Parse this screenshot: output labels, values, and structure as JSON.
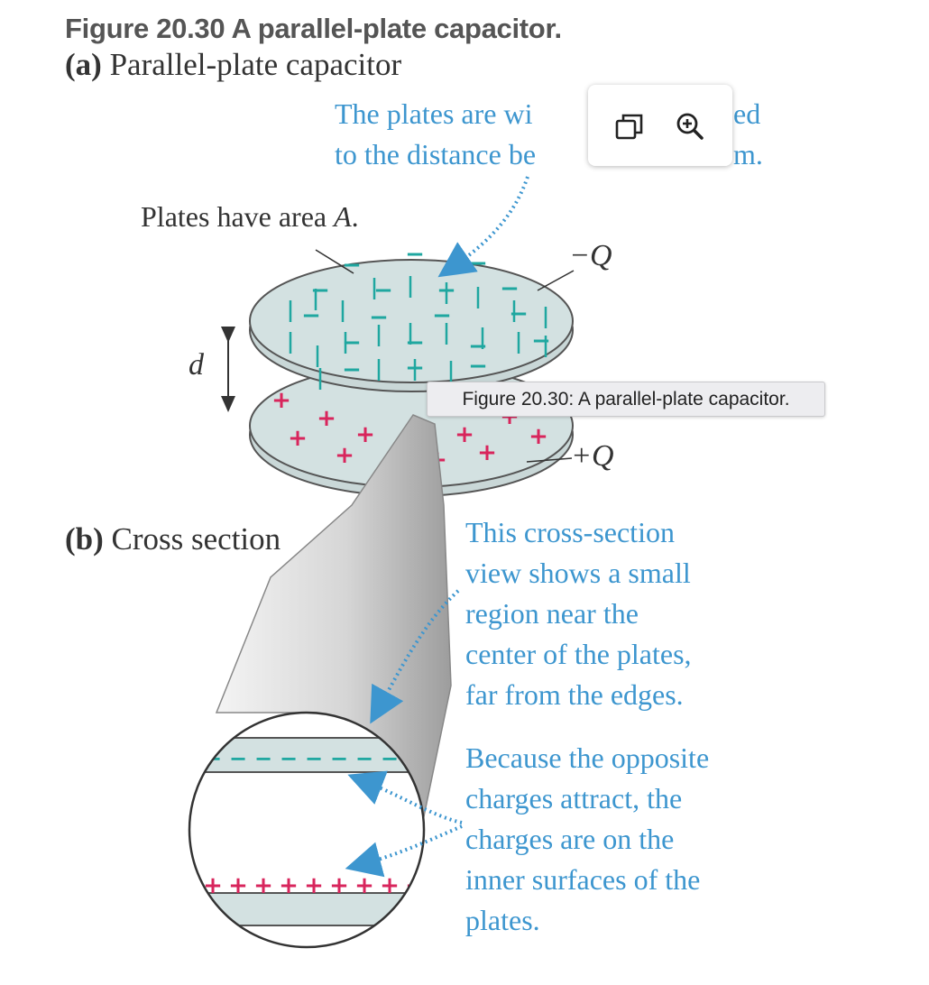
{
  "figure": {
    "title": "Figure 20.30 A parallel-plate capacitor.",
    "part_a": {
      "letter": "(a)",
      "label": "Parallel-plate capacitor"
    },
    "part_b": {
      "letter": "(b)",
      "label": "Cross section"
    },
    "note_plates": [
      "The plates are wi",
      "ed",
      "to the distance be",
      "m."
    ],
    "label_area": "Plates have area",
    "label_area_var": "A",
    "label_area_end": ".",
    "label_d": "d",
    "label_neg_q": "−Q",
    "label_pos_q": "+Q",
    "minus_sign": "−",
    "plus_sign": "+",
    "note_cross_section": [
      "This cross-section",
      "view shows a small",
      "region near the",
      "center of the plates,",
      "far from the edges."
    ],
    "note_charges": [
      "Because the opposite",
      "charges attract, the",
      "charges are on the",
      "inner surfaces of the",
      "plates."
    ]
  },
  "toolbar": {
    "icons": [
      "copy-windows-icon",
      "zoom-in-icon"
    ]
  },
  "tooltip": {
    "text": "Figure 20.30: A parallel-plate capacitor."
  },
  "colors": {
    "plate_fill": "#d3e1e1",
    "minus": "#1fa7a0",
    "plus": "#d8255c",
    "annotation": "#3d96cf",
    "title": "#555555"
  }
}
